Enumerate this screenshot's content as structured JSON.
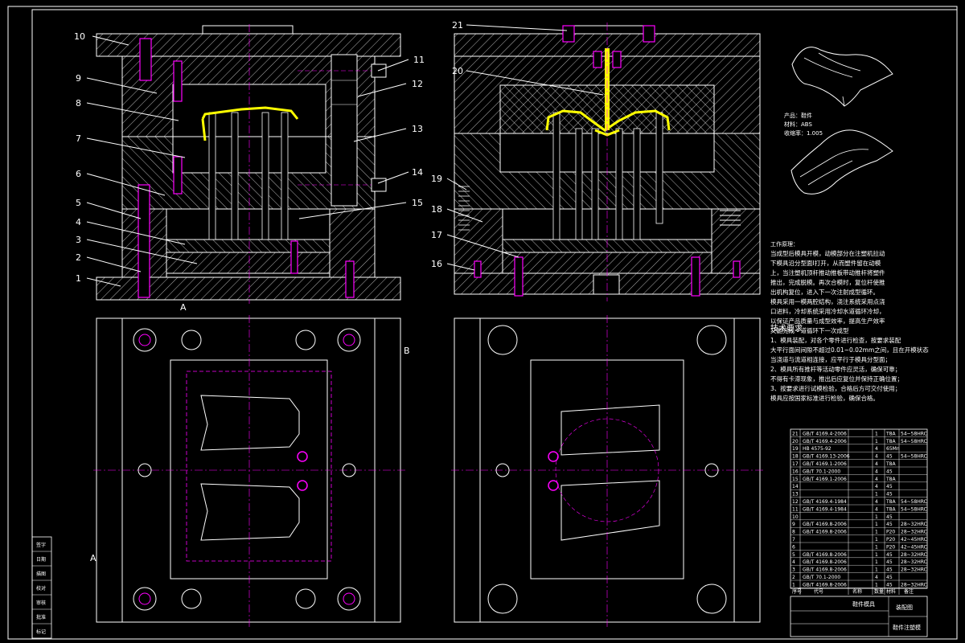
{
  "colors": {
    "background": "#000000",
    "outline": "#ffffff",
    "part_profile": "#ffff00",
    "centerline": "#ff00ff",
    "pin": "#ff00ff",
    "leader": "#ffffff"
  },
  "part_labels": {
    "p1": "1",
    "p2": "2",
    "p3": "3",
    "p4": "4",
    "p5": "5",
    "p6": "6",
    "p7": "7",
    "p8": "8",
    "p9": "9",
    "p10": "10",
    "p11": "11",
    "p12": "12",
    "p13": "13",
    "p14": "14",
    "p15": "15",
    "p16": "16",
    "p17": "17",
    "p18": "18",
    "p19": "19",
    "p20": "20",
    "p21": "21"
  },
  "section_marks": {
    "a_top": "A",
    "a_left": "A",
    "b_right": "B"
  },
  "product_info": {
    "product": "产品：鞋件",
    "material": "材料：ABS",
    "shrinkage": "收缩率：1.005"
  },
  "working_principle": {
    "title": "工作原理：",
    "lines": [
      "当成型后模具开模，动模部分在注塑机拉动",
      "下模具沿分型面I打开，从而塑件留在动模",
      "上，当注塑机顶杆推动推板带动推杆将塑件",
      "推出，完成脱模。再次合模时，复位杆使推",
      "出机构复位，进入下一次注射成型循环。",
      "模具采用一模两腔结构，浇注系统采用点浇",
      "口进料，冷却系统采用冷却水道循环冷却，",
      "以保证产品质量与成型效率，提高生产效率",
      "又能完成一道循环下一次成型"
    ]
  },
  "technical_requirements": {
    "title": "技术要求",
    "lines": [
      "1、模具装配，对各个零件进行检查，按要求装配",
      "大平行面间间隙不超过0.01~0.02mm之间，且在开模状态",
      "当浇道与流道相连接，应平行于模具分型面；",
      "2、模具所有推杆等活动零件应灵活，确保可靠；",
      "不得有卡滞现象，推出后应复位并保持正确位置；",
      "3、按要求进行试模检验，合格后方可交付使用；",
      "模具应按国家标准进行检验，确保合格。"
    ]
  },
  "bom": [
    {
      "no": "21",
      "std": "GB/T 4169.4-2006",
      "qty": "1",
      "mat": "T8A",
      "note": "54~58HRC"
    },
    {
      "no": "20",
      "std": "GB/T 4169.4-2006",
      "qty": "1",
      "mat": "T8A",
      "note": "54~58HRC"
    },
    {
      "no": "19",
      "std": "HB 4575-92",
      "qty": "4",
      "mat": "65Mn",
      "note": ""
    },
    {
      "no": "18",
      "std": "GB/T 4169.13-2006",
      "qty": "4",
      "mat": "45",
      "note": "54~58HRC"
    },
    {
      "no": "17",
      "std": "GB/T 4169.1-2006",
      "qty": "4",
      "mat": "T8A",
      "note": ""
    },
    {
      "no": "16",
      "std": "GB/T 70.1-2000",
      "qty": "4",
      "mat": "45",
      "note": ""
    },
    {
      "no": "15",
      "std": "GB/T 4169.1-2006",
      "qty": "4",
      "mat": "T8A",
      "note": ""
    },
    {
      "no": "14",
      "std": "",
      "qty": "4",
      "mat": "45",
      "note": ""
    },
    {
      "no": "13",
      "std": "",
      "qty": "1",
      "mat": "45",
      "note": ""
    },
    {
      "no": "12",
      "std": "GB/T 4169.4-1984",
      "qty": "4",
      "mat": "T8A",
      "note": "54~58HRC"
    },
    {
      "no": "11",
      "std": "GB/T 4169.4-1984",
      "qty": "4",
      "mat": "T8A",
      "note": "54~58HRC"
    },
    {
      "no": "10",
      "std": "",
      "qty": "1",
      "mat": "45",
      "note": ""
    },
    {
      "no": "9",
      "std": "GB/T 4169.8-2006",
      "qty": "1",
      "mat": "45",
      "note": "28~32HRC"
    },
    {
      "no": "8",
      "std": "GB/T 4169.8-2006",
      "qty": "1",
      "mat": "P20",
      "note": "28~32HRC"
    },
    {
      "no": "7",
      "std": "",
      "qty": "1",
      "mat": "P20",
      "note": "42~45HRC"
    },
    {
      "no": "6",
      "std": "",
      "qty": "1",
      "mat": "P20",
      "note": "42~45HRC"
    },
    {
      "no": "5",
      "std": "GB/T 4169.8-2006",
      "qty": "1",
      "mat": "45",
      "note": "28~32HRC"
    },
    {
      "no": "4",
      "std": "GB/T 4169.8-2006",
      "qty": "1",
      "mat": "45",
      "note": "28~32HRC"
    },
    {
      "no": "3",
      "std": "GB/T 4169.8-2006",
      "qty": "1",
      "mat": "45",
      "note": "28~32HRC"
    },
    {
      "no": "2",
      "std": "GB/T 70.1-2000",
      "qty": "4",
      "mat": "45",
      "note": ""
    },
    {
      "no": "1",
      "std": "GB/T 4169.8-2006",
      "qty": "1",
      "mat": "45",
      "note": "28~32HRC"
    }
  ],
  "bom_header": {
    "no": "序号",
    "std": "代号",
    "name": "名称",
    "qty": "数量",
    "mat": "材料",
    "note": "备注"
  },
  "title_block": {
    "drawing_name": "鞋件模具",
    "drawing_type": "装配图",
    "school": "鞋件注塑模"
  },
  "left_strip": [
    "签字",
    "日期",
    "描图",
    "校对",
    "审核",
    "批准",
    "标记"
  ]
}
